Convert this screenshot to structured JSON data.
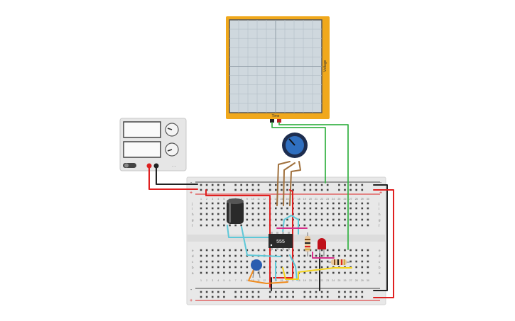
{
  "oscilloscope": {
    "title": "",
    "x_label": "Time",
    "y_label": "Voltage"
  },
  "power_supply": {
    "knob1_label": "",
    "knob2_label": ""
  },
  "ic": {
    "label": "555"
  },
  "breadboard": {
    "rail_plus": "+",
    "rail_minus": "-",
    "row_labels_top": [
      "j",
      "i",
      "h",
      "g",
      "f"
    ],
    "row_labels_bottom": [
      "e",
      "d",
      "c",
      "b",
      "a"
    ],
    "column_numbers": [
      "1",
      "2",
      "3",
      "4",
      "5",
      "6",
      "7",
      "8",
      "9",
      "10",
      "11",
      "12",
      "13",
      "14",
      "15",
      "16",
      "17",
      "18",
      "19",
      "20",
      "21",
      "22",
      "23",
      "24",
      "25",
      "26",
      "27",
      "28",
      "29",
      "30"
    ]
  },
  "colors": {
    "oscilloscope_frame": "#f0a81c",
    "screen": "#cdd6dc",
    "wire_red": "#e02020",
    "wire_black": "#222222",
    "wire_green": "#3cb44b",
    "wire_brown": "#a0703c",
    "wire_cyan": "#5ec8d8",
    "wire_yellow": "#f2d21b",
    "wire_orange": "#f08a1c",
    "wire_magenta": "#d6308a",
    "led": "#c0101a",
    "cap_ceramic": "#2a5db0",
    "pot": "#2f6fc0"
  }
}
